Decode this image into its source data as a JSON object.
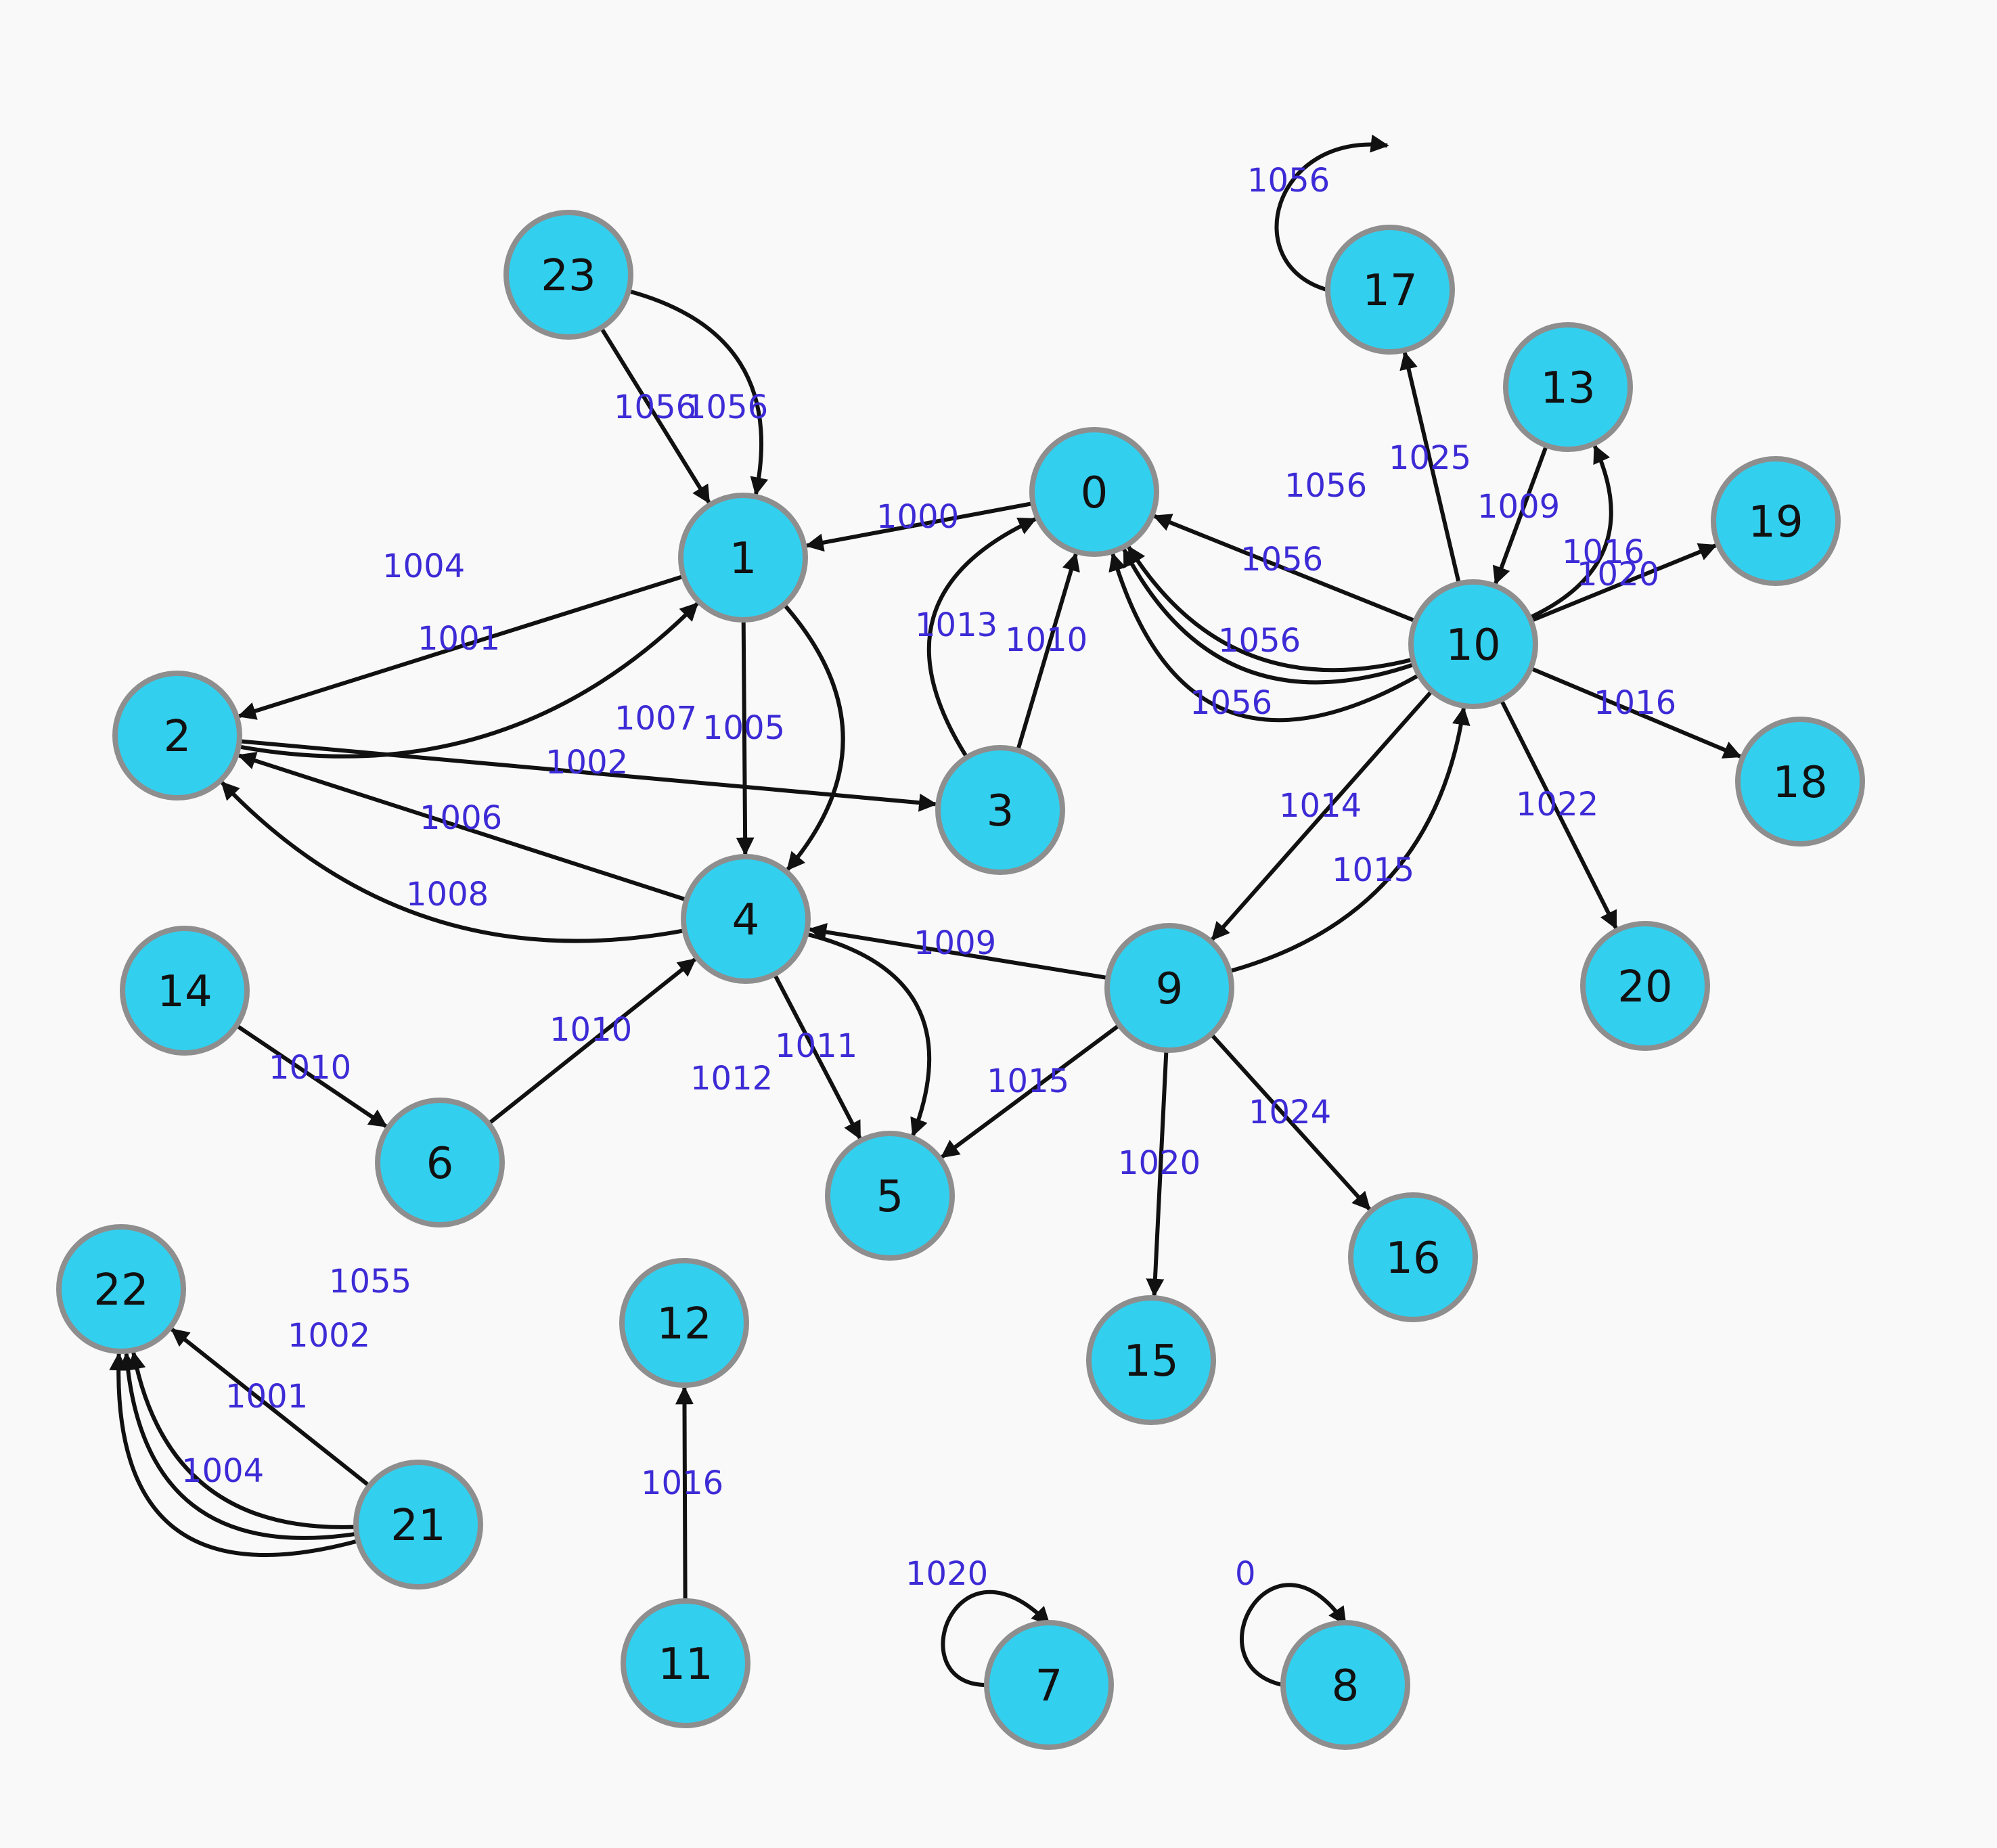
{
  "colors": {
    "node_fill": "#33cfee",
    "node_stroke": "#8e8e8e",
    "edge": "#111111",
    "edge_label": "#3d2bd6",
    "background": "#f9f9f9"
  },
  "nodes": [
    "0",
    "1",
    "2",
    "3",
    "4",
    "5",
    "6",
    "7",
    "8",
    "9",
    "10",
    "11",
    "12",
    "13",
    "14",
    "15",
    "16",
    "17",
    "18",
    "19",
    "20",
    "21",
    "22",
    "23"
  ],
  "edges": [
    {
      "from": "0",
      "to": "1",
      "label": "1000"
    },
    {
      "from": "1",
      "to": "2",
      "label": "1001"
    },
    {
      "from": "2",
      "to": "1",
      "label": "1004"
    },
    {
      "from": "2",
      "to": "3",
      "label": "1002"
    },
    {
      "from": "1",
      "to": "4",
      "label": "1005"
    },
    {
      "from": "1",
      "to": "4",
      "label": "1007"
    },
    {
      "from": "4",
      "to": "2",
      "label": "1006"
    },
    {
      "from": "4",
      "to": "2",
      "label": "1008"
    },
    {
      "from": "3",
      "to": "0",
      "label": "1013"
    },
    {
      "from": "3",
      "to": "0",
      "label": "1010"
    },
    {
      "from": "23",
      "to": "1",
      "label": "1056"
    },
    {
      "from": "23",
      "to": "1",
      "label": "1056"
    },
    {
      "from": "10",
      "to": "0",
      "label": "1056"
    },
    {
      "from": "10",
      "to": "0",
      "label": "1056"
    },
    {
      "from": "10",
      "to": "0",
      "label": "1056"
    },
    {
      "from": "10",
      "to": "0",
      "label": "1056"
    },
    {
      "from": "10",
      "to": "17",
      "label": "1025"
    },
    {
      "from": "17",
      "to": "17",
      "label": "1056"
    },
    {
      "from": "13",
      "to": "10",
      "label": "1009"
    },
    {
      "from": "10",
      "to": "13",
      "label": "1016"
    },
    {
      "from": "10",
      "to": "19",
      "label": "1020"
    },
    {
      "from": "10",
      "to": "18",
      "label": "1016"
    },
    {
      "from": "10",
      "to": "20",
      "label": "1022"
    },
    {
      "from": "10",
      "to": "9",
      "label": "1014"
    },
    {
      "from": "9",
      "to": "10",
      "label": "1015"
    },
    {
      "from": "9",
      "to": "4",
      "label": "1009"
    },
    {
      "from": "9",
      "to": "5",
      "label": "1015"
    },
    {
      "from": "9",
      "to": "15",
      "label": "1020"
    },
    {
      "from": "9",
      "to": "16",
      "label": "1024"
    },
    {
      "from": "4",
      "to": "5",
      "label": "1011"
    },
    {
      "from": "4",
      "to": "5",
      "label": "1012"
    },
    {
      "from": "6",
      "to": "4",
      "label": "1010"
    },
    {
      "from": "14",
      "to": "6",
      "label": "1010"
    },
    {
      "from": "21",
      "to": "22",
      "label": "1055"
    },
    {
      "from": "21",
      "to": "22",
      "label": "1002"
    },
    {
      "from": "21",
      "to": "22",
      "label": "1001"
    },
    {
      "from": "21",
      "to": "22",
      "label": "1004"
    },
    {
      "from": "11",
      "to": "12",
      "label": "1016"
    },
    {
      "from": "7",
      "to": "7",
      "label": "1020"
    },
    {
      "from": "8",
      "to": "8",
      "label": "0"
    }
  ]
}
